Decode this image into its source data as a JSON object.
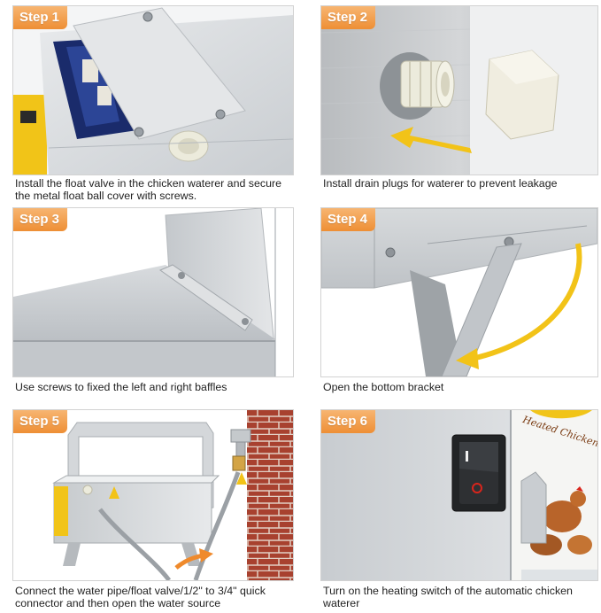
{
  "steps": [
    {
      "badge": "Step 1",
      "caption": "Install the float valve in the chicken waterer and secure the metal float ball cover with screws."
    },
    {
      "badge": "Step 2",
      "caption": "Install drain plugs for waterer to prevent leakage"
    },
    {
      "badge": "Step 3",
      "caption": "Use screws to fixed the left and right baffles"
    },
    {
      "badge": "Step 4",
      "caption": "Open the bottom bracket"
    },
    {
      "badge": "Step 5",
      "caption": "Connect the water pipe/float valve/1/2\" to 3/4\" quick connector and then open the water source"
    },
    {
      "badge": "Step 6",
      "caption": "Turn on the heating switch of the automatic chicken waterer"
    }
  ],
  "product_label": "Heated Chicken Waterer",
  "colors": {
    "badge": "#ef9a45",
    "arrow": "#f2c318",
    "switch_red": "#d9251c",
    "brick": "#a8412f"
  }
}
